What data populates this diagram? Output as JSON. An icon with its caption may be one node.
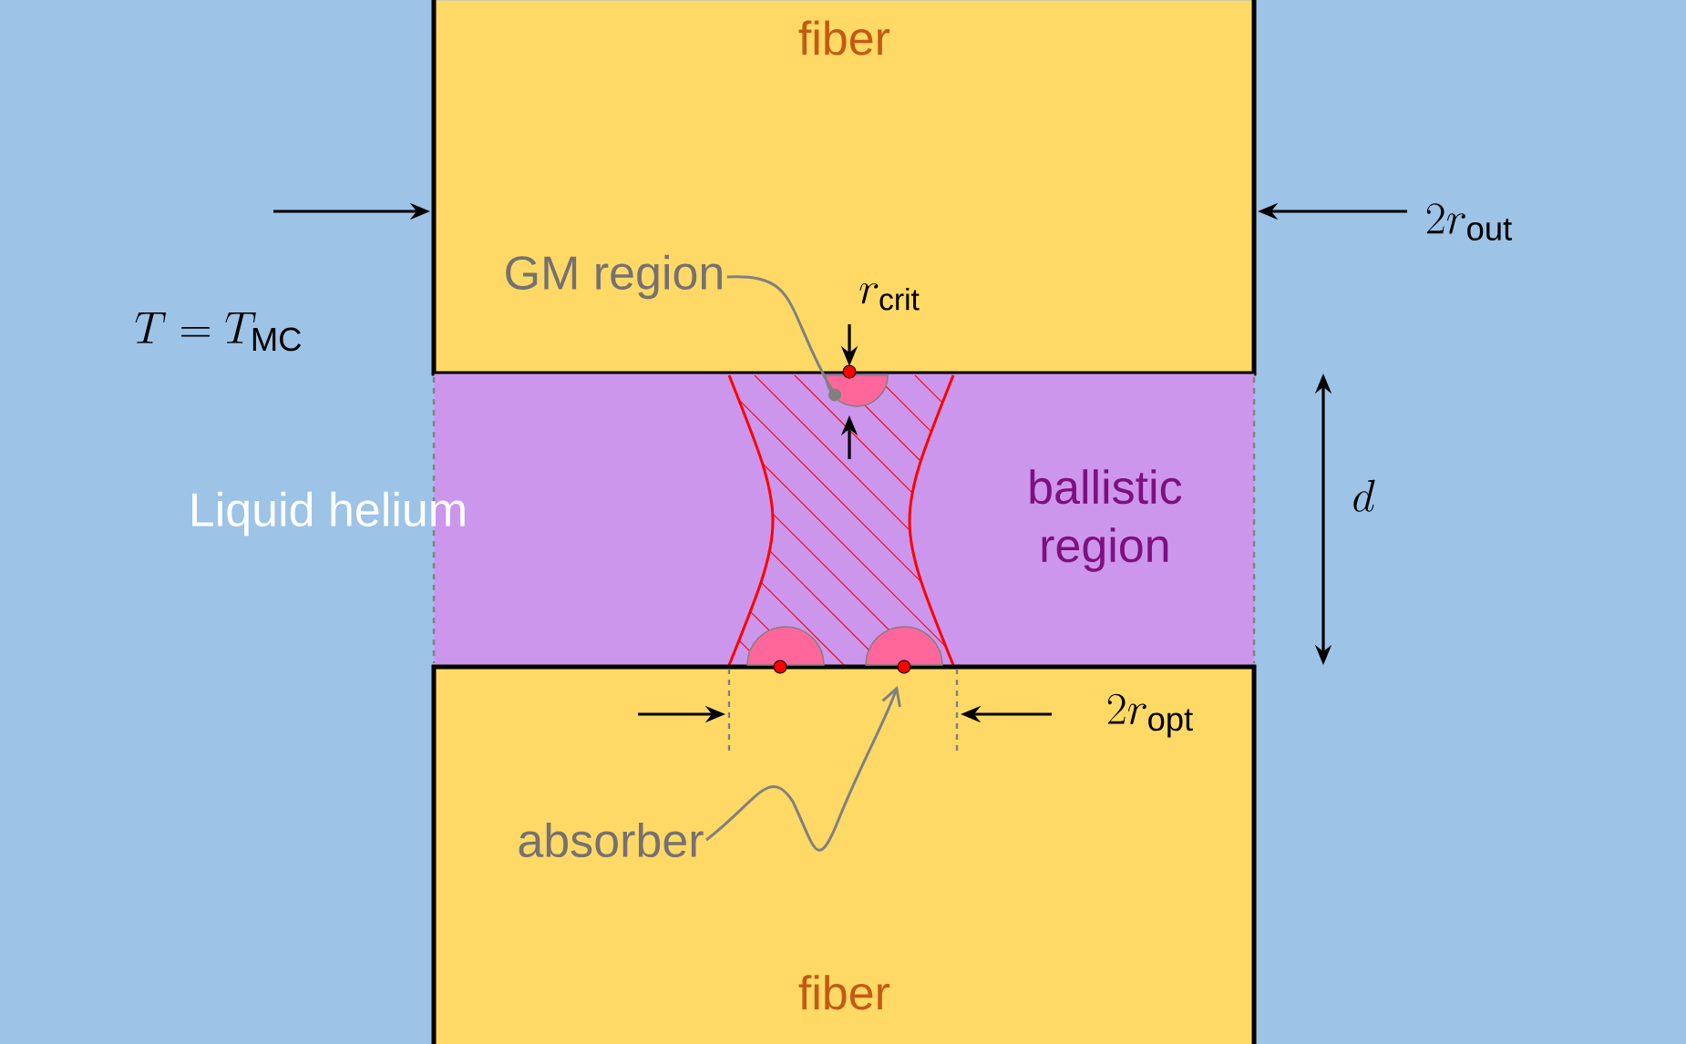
{
  "diagram": {
    "nodes": [
      {
        "text": [
          "fiber"
        ]
      },
      {
        "text": [
          "GM region"
        ],
        "in": 0
      },
      {
        "text": [
          "ballistic region"
        ]
      },
      {
        "text": [],
        "shape": "circle",
        "in": 2
      },
      {
        "text": [],
        "shape": "circle",
        "in": 2
      },
      {
        "text": [],
        "shape": "circle",
        "in": 2
      },
      {
        "text": [
          "fiber"
        ]
      },
      {
        "text": [
          "absorber"
        ],
        "in": 6
      }
    ],
    "edges": [
      {
        "from": 1,
        "to": 3,
        "arrow": "other"
      },
      {
        "from": 7,
        "to": 5,
        "arrow": "to"
      }
    ],
    "labels": [
      "T = T_{\\mathrm{MC}}",
      "Liquid helium",
      "2r_{\\mathrm{out}}",
      "r_{\\mathrm{crit}}",
      "d",
      "2r_{\\mathrm{opt}}"
    ]
  }
}
